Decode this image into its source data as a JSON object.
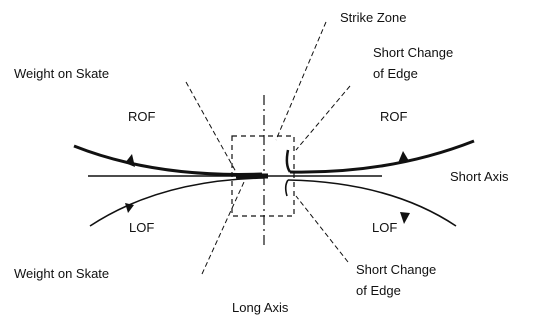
{
  "labels": {
    "strike_zone": "Strike Zone",
    "short_change_top_1": "Short Change",
    "short_change_top_2": "of Edge",
    "weight_on_skate_top": "Weight on Skate",
    "rof_left": "ROF",
    "rof_right": "ROF",
    "short_axis": "Short Axis",
    "lof_left": "LOF",
    "lof_right": "LOF",
    "weight_on_skate_bottom": "Weight on Skate",
    "short_change_bottom_1": "Short Change",
    "short_change_bottom_2": "of Edge",
    "long_axis": "Long Axis"
  }
}
